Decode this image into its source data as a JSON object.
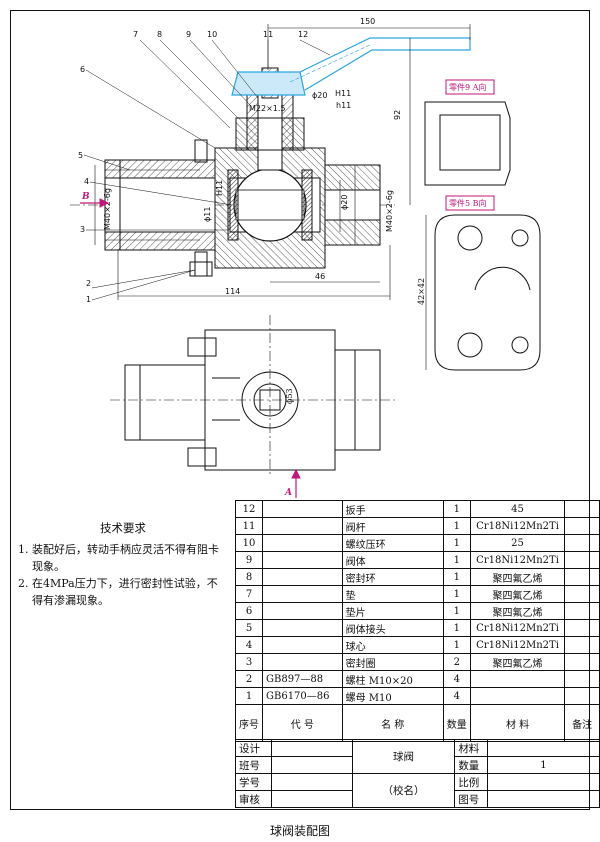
{
  "drawing": {
    "leader_labels": [
      "7",
      "8",
      "9",
      "10",
      "11",
      "12",
      "6",
      "5",
      "4",
      "3",
      "2",
      "1"
    ],
    "dimensions": {
      "d150": "150",
      "d92": "92",
      "d46": "46",
      "d114": "114",
      "d20_inner": "ϕ20",
      "d11": "ϕ11",
      "h11": "H11",
      "m22": "M22×1.5",
      "d20_fit_top": "H11",
      "d20_fit_bot": "h11",
      "m40_left": "M40×2-6g",
      "m40_right": "M40×2-6g",
      "d53": "ϕ53",
      "d42": "42×42",
      "d20_label": "ϕ20"
    },
    "arrow_b": "B",
    "arrow_a": "A",
    "view_a": "零件9 A向",
    "view_b": "零件5 B向"
  },
  "tech": {
    "title": "技术要求",
    "notes": [
      "1. 装配好后，转动手柄应灵活不得有阻卡现象。",
      "2. 在4MPa压力下，进行密封性试验，不得有渗漏现象。"
    ]
  },
  "bom": {
    "rows": [
      {
        "no": "12",
        "code": "",
        "name": "扳手",
        "qty": "1",
        "material": "45",
        "note": ""
      },
      {
        "no": "11",
        "code": "",
        "name": "阀杆",
        "qty": "1",
        "material": "Cr18Ni12Mn2Ti",
        "note": ""
      },
      {
        "no": "10",
        "code": "",
        "name": "螺纹压环",
        "qty": "1",
        "material": "25",
        "note": ""
      },
      {
        "no": "9",
        "code": "",
        "name": "阀体",
        "qty": "1",
        "material": "Cr18Ni12Mn2Ti",
        "note": ""
      },
      {
        "no": "8",
        "code": "",
        "name": "密封环",
        "qty": "1",
        "material": "聚四氟乙烯",
        "note": ""
      },
      {
        "no": "7",
        "code": "",
        "name": "垫",
        "qty": "1",
        "material": "聚四氟乙烯",
        "note": ""
      },
      {
        "no": "6",
        "code": "",
        "name": "垫片",
        "qty": "1",
        "material": "聚四氟乙烯",
        "note": ""
      },
      {
        "no": "5",
        "code": "",
        "name": "阀体接头",
        "qty": "1",
        "material": "Cr18Ni12Mn2Ti",
        "note": ""
      },
      {
        "no": "4",
        "code": "",
        "name": "球心",
        "qty": "1",
        "material": "Cr18Ni12Mn2Ti",
        "note": ""
      },
      {
        "no": "3",
        "code": "",
        "name": "密封圈",
        "qty": "2",
        "material": "聚四氟乙烯",
        "note": ""
      },
      {
        "no": "2",
        "code": "GB897—88",
        "name": "螺柱 M10×20",
        "qty": "4",
        "material": "",
        "note": ""
      },
      {
        "no": "1",
        "code": "GB6170—86",
        "name": "螺母 M10",
        "qty": "4",
        "material": "",
        "note": ""
      }
    ],
    "header": {
      "no": "序号",
      "code": "代  号",
      "name": "名  称",
      "qty": "数量",
      "material": "材  料",
      "note": "备注"
    }
  },
  "title_block": {
    "design": "设计",
    "class": "班号",
    "student_no": "学号",
    "review": "审核",
    "part_name": "球阀",
    "school": "（校名）",
    "material_label": "材料",
    "qty_label": "数量",
    "qty_value": "1",
    "scale_label": "比例",
    "drawing_no_label": "图号"
  },
  "caption": "球阀装配图",
  "colors": {
    "handle": "#2aa6e0",
    "view_tag": "#c0177a",
    "line": "#111111"
  }
}
